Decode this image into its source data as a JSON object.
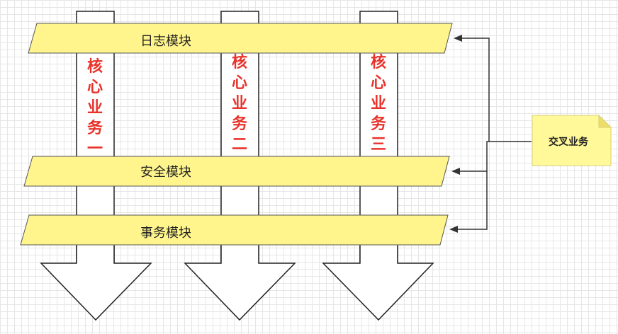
{
  "diagram": {
    "bands": [
      {
        "label": "日志模块"
      },
      {
        "label": "安全模块"
      },
      {
        "label": "事务模块"
      }
    ],
    "columns": [
      {
        "label": "核心业务一"
      },
      {
        "label": "核心业务二"
      },
      {
        "label": "核心业务三"
      }
    ],
    "note": {
      "label": "交叉业务"
    }
  },
  "colors": {
    "band_fill": "#fff58c",
    "band_stroke": "#555555",
    "note_fill": "#fff999",
    "note_fold": "#eedd66",
    "column_text": "#e8332b",
    "line": "#333333"
  }
}
